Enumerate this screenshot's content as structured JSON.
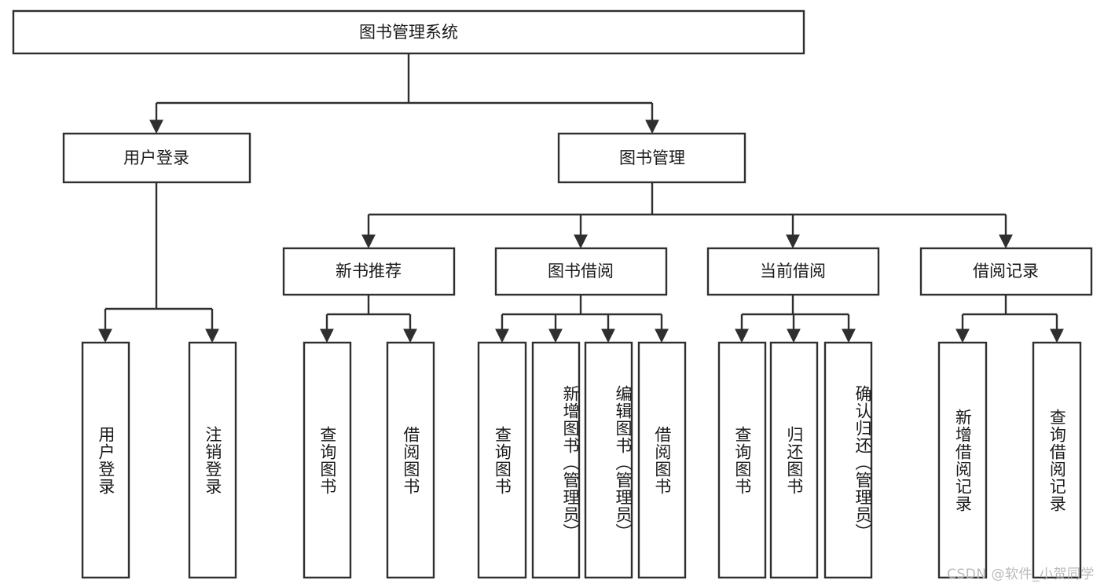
{
  "diagram": {
    "type": "tree-hierarchy",
    "title": "图书管理系统",
    "orientation": "top-down",
    "colors": {
      "box_fill": "#ffffff",
      "box_stroke": "#2f2f2f",
      "text": "#1a1a1a",
      "background": "#ffffff",
      "watermark": "#b9b9b9"
    },
    "root": {
      "id": "root",
      "label": "图书管理系统"
    },
    "level2": [
      {
        "id": "user-login",
        "label": "用户登录"
      },
      {
        "id": "book-manage",
        "label": "图书管理"
      }
    ],
    "level3": [
      {
        "id": "new-book-recommend",
        "label": "新书推荐",
        "parent": "book-manage"
      },
      {
        "id": "book-borrow",
        "label": "图书借阅",
        "parent": "book-manage"
      },
      {
        "id": "current-borrow",
        "label": "当前借阅",
        "parent": "book-manage"
      },
      {
        "id": "borrow-record",
        "label": "借阅记录",
        "parent": "book-manage"
      }
    ],
    "leaves": [
      {
        "id": "leaf-user-login",
        "label": "用户登录",
        "parent": "user-login"
      },
      {
        "id": "leaf-logout",
        "label": "注销登录",
        "parent": "user-login"
      },
      {
        "id": "leaf-query-book-1",
        "label": "查询图书",
        "parent": "new-book-recommend"
      },
      {
        "id": "leaf-borrow-book-1",
        "label": "借阅图书",
        "parent": "new-book-recommend"
      },
      {
        "id": "leaf-query-book-2",
        "label": "查询图书",
        "parent": "book-borrow"
      },
      {
        "id": "leaf-add-book",
        "label": "新增图书（管理员）",
        "parent": "book-borrow"
      },
      {
        "id": "leaf-edit-book",
        "label": "编辑图书（管理员）",
        "parent": "book-borrow"
      },
      {
        "id": "leaf-borrow-book-2",
        "label": "借阅图书",
        "parent": "book-borrow"
      },
      {
        "id": "leaf-query-book-3",
        "label": "查询图书",
        "parent": "current-borrow"
      },
      {
        "id": "leaf-return-book",
        "label": "归还图书",
        "parent": "current-borrow"
      },
      {
        "id": "leaf-confirm-return",
        "label": "确认归还（管理员）",
        "parent": "current-borrow"
      },
      {
        "id": "leaf-add-record",
        "label": "新增借阅记录",
        "parent": "borrow-record"
      },
      {
        "id": "leaf-query-record",
        "label": "查询借阅记录",
        "parent": "borrow-record"
      }
    ]
  },
  "watermark": {
    "text": "CSDN @软件_小贺同学"
  }
}
